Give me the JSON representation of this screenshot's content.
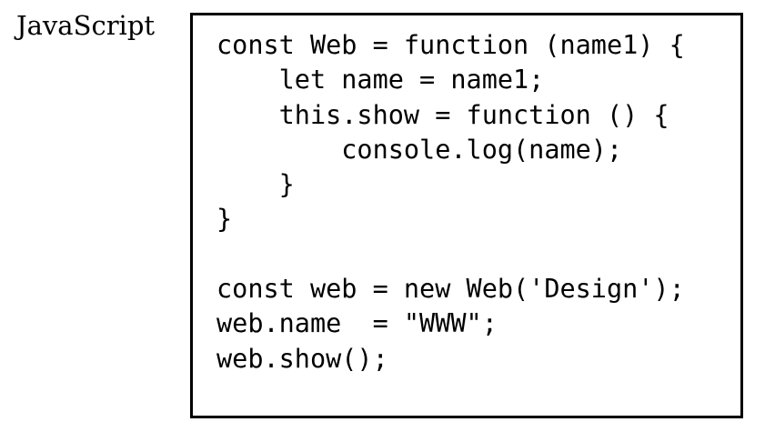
{
  "label": "JavaScript",
  "code_lines": [
    "const Web = function (name1) {",
    "    let name = name1;",
    "    this.show = function () {",
    "        console.log(name);",
    "    }",
    "}",
    "",
    "const web = new Web('Design');",
    "web.name  = \"WWW\";",
    "web.show();"
  ]
}
